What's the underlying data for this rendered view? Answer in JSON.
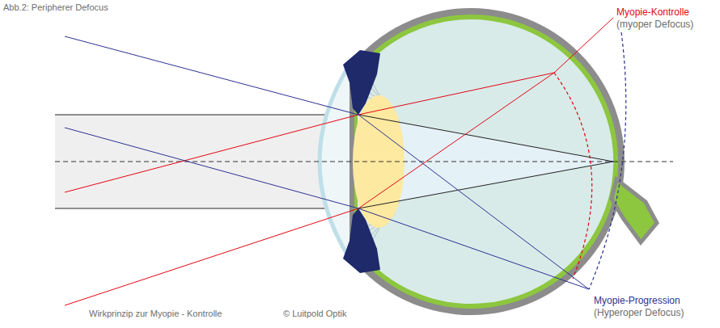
{
  "diagram": {
    "title": "Abb.2: Peripherer Defocus",
    "caption": "Wirkprinzip zur Myopie - Kontrolle",
    "labels": [
      "Myopie-Kontrolle",
      "(myoper Defocus)",
      "Myopie-Progression",
      "(Hyperoper Defocus)",
      "© Luitpold Optik"
    ]
  }
}
